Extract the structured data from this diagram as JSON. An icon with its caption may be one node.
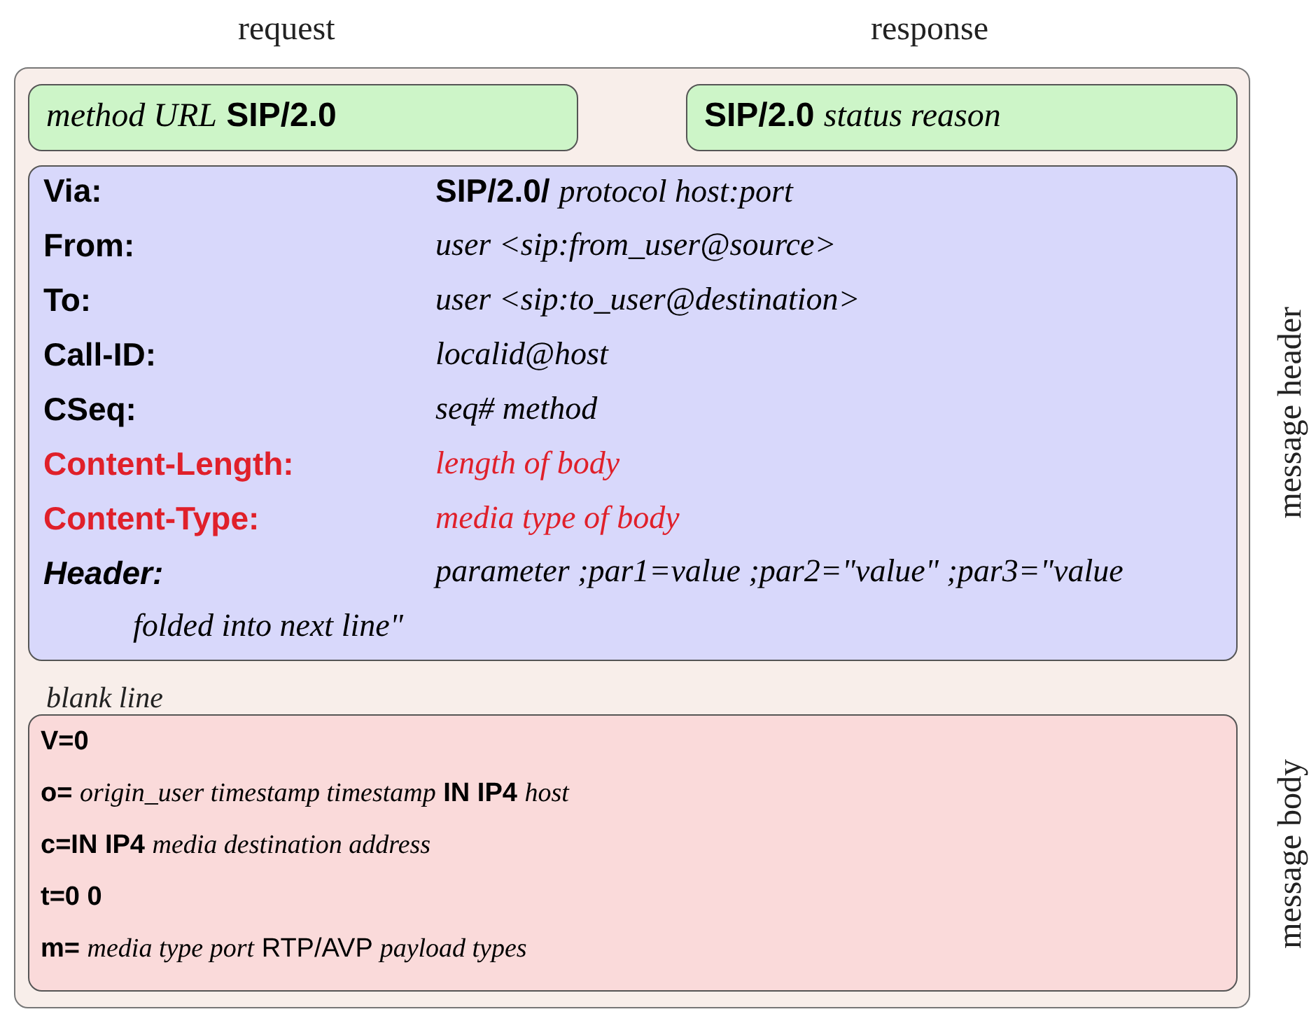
{
  "diagram": {
    "nodes": [
      {
        "text": [],
        "shape": "box"
      },
      {
        "text": [
          "*method URL* **SIP/2.0**"
        ],
        "in": 0
      },
      {
        "text": [
          "**SIP/2.0** *status reason*"
        ],
        "in": 0
      },
      {
        "text": [
          "Via:",
          "**SIP/2.0/** *protocol host:port*",
          "From:",
          "user <sip:from_user@source>",
          "To:",
          "user <sip:to_user@destination>",
          "Call-ID:",
          "localid@host",
          "CSeq:",
          "seq# method",
          "Content-Length:",
          "length of body",
          "Content-Type:",
          "media type of body",
          "Header:",
          "parameter ;par1=value ;par2=\"value\" ;par3=\"value folded into next line\""
        ],
        "in": 0
      },
      {
        "text": [
          "V=0",
          "**o=** *origin_user timestamp timestamp* **IN IP4** *host*",
          "**c=IN IP4** *media destination address*",
          "t=0 0",
          "**m=** *media type port* RTP/AVP *payload types*"
        ],
        "in": 0
      }
    ],
    "labels": [
      "request",
      "response",
      "message header",
      "blank line",
      "message body"
    ]
  }
}
